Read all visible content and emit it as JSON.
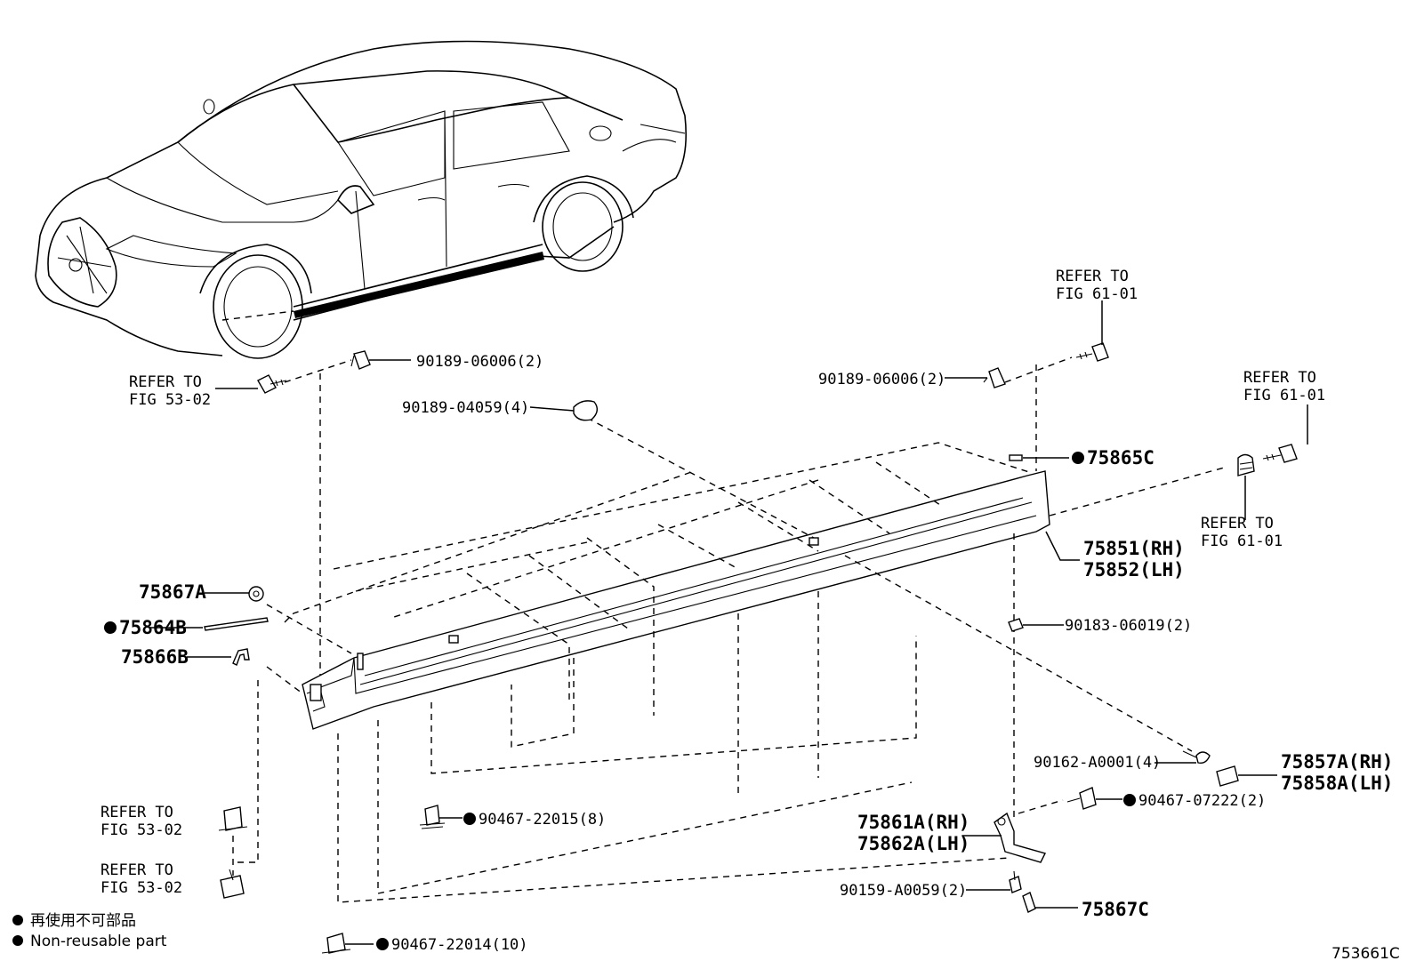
{
  "labels": {
    "refer_53_02_top": [
      "REFER TO",
      "FIG 53-02"
    ],
    "refer_53_02_mid": [
      "REFER TO",
      "FIG 53-02"
    ],
    "refer_53_02_bot": [
      "REFER TO",
      "FIG 53-02"
    ],
    "refer_61_01_top": [
      "REFER TO",
      "FIG 61-01"
    ],
    "refer_61_01_right": [
      "REFER TO",
      "FIG 61-01"
    ],
    "refer_61_01_lower": [
      "REFER TO",
      "FIG 61-01"
    ],
    "p_90189_06006_left": "90189-06006(2)",
    "p_90189_06006_right": "90189-06006(2)",
    "p_90189_04059": "90189-04059(4)",
    "p_75865C": "75865C",
    "p_75851_RH": "75851(RH)",
    "p_75852_LH": "75852(LH)",
    "p_75867A": "75867A",
    "p_75864B": "75864B",
    "p_75866B": "75866B",
    "p_90183_06019": "90183-06019(2)",
    "p_90162_A0001": "90162-A0001(4)",
    "p_75857A_RH": "75857A(RH)",
    "p_75858A_LH": "75858A(LH)",
    "p_90467_07222": "90467-07222(2)",
    "p_75861A_RH": "75861A(RH)",
    "p_75862A_LH": "75862A(LH)",
    "p_90467_22015": "90467-22015(8)",
    "p_90159_A0059": "90159-A0059(2)",
    "p_75867C": "75867C",
    "p_90467_22014": "90467-22014(10)"
  },
  "legend": {
    "japanese": "再使用不可部品",
    "english": "Non-reusable part"
  },
  "figure_id": "753661C"
}
